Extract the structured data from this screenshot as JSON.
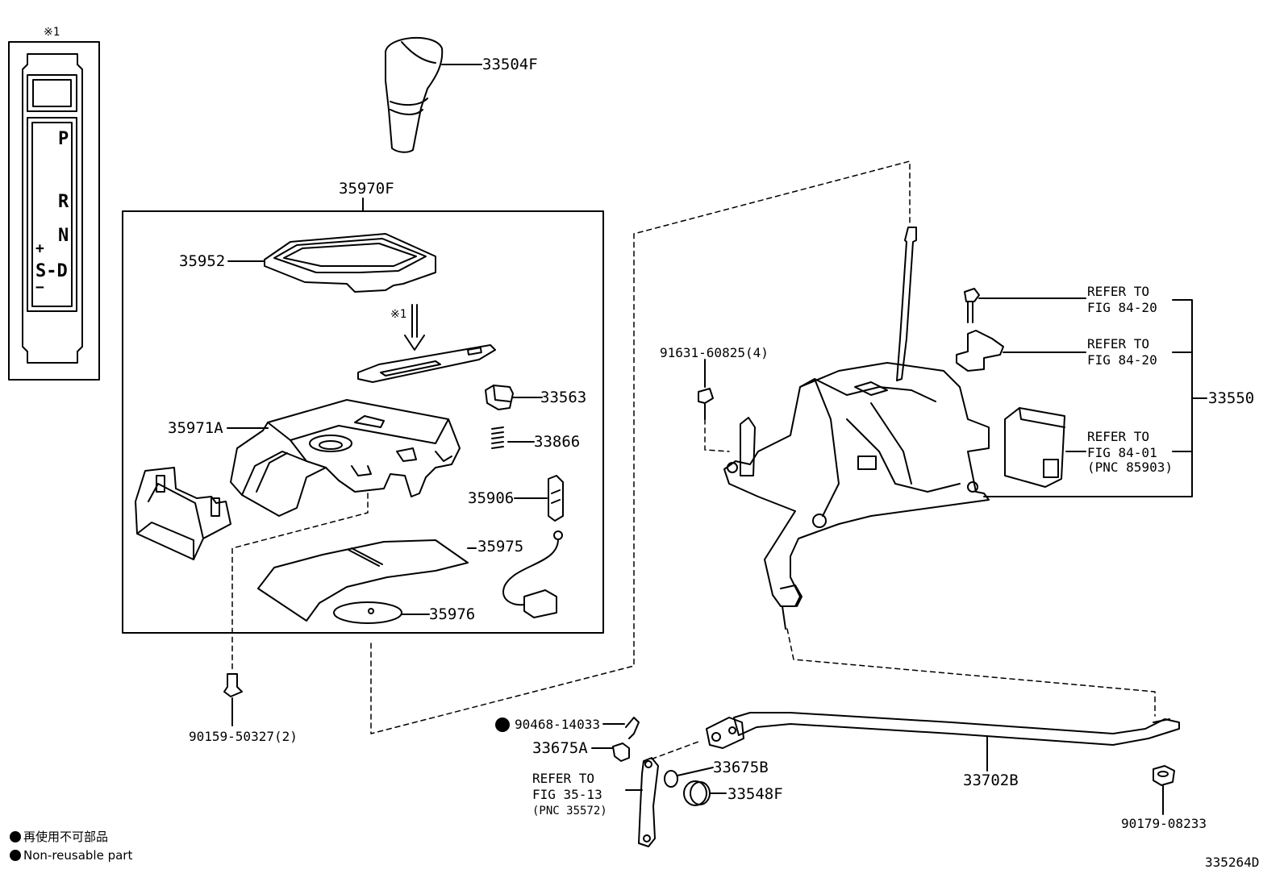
{
  "callouts": {
    "c33504F": "33504F",
    "c35970F": "35970F",
    "c35952": "35952",
    "c35971A": "35971A",
    "c33563": "33563",
    "c33866": "33866",
    "c35906": "35906",
    "c35975": "35975",
    "c35976": "35976",
    "c90159": "90159-50327(2)",
    "c91631": "91631-60825(4)",
    "c33550": "33550",
    "c90468": "90468-14033",
    "c33675A": "33675A",
    "c33675B": "33675B",
    "c33548F": "33548F",
    "c33702B": "33702B",
    "c90179": "90179-08233"
  },
  "refs": {
    "r1_line1": "REFER TO",
    "r1_line2": "FIG 84-20",
    "r2_line1": "REFER TO",
    "r2_line2": "FIG 84-20",
    "r3_line1": "REFER TO",
    "r3_line2": "FIG 84-01",
    "r3_line3": "(PNC 85903)",
    "r4_line1": "REFER TO",
    "r4_line2": "FIG 35-13",
    "r4_line3": "(PNC 35572)"
  },
  "note_mark": "※1",
  "gate": {
    "p": "P",
    "r": "R",
    "n": "N",
    "sd": "S-D",
    "plus": "+",
    "minus": "−"
  },
  "legend": {
    "jp": "再使用不可部品",
    "en": "Non-reusable part"
  },
  "figure_id": "335264D"
}
